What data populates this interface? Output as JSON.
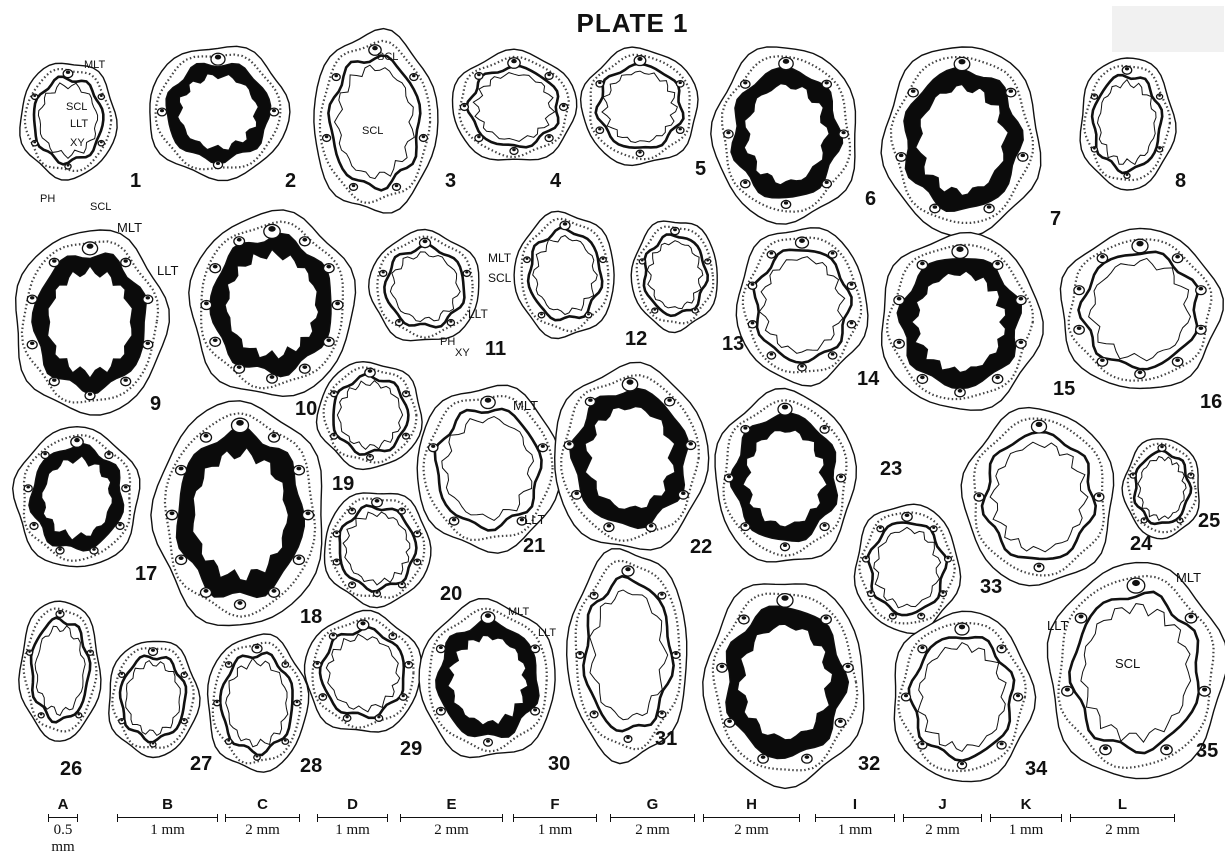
{
  "title": "PLATE 1",
  "figure_numbers": [
    "1",
    "2",
    "3",
    "4",
    "5",
    "6",
    "7",
    "8",
    "9",
    "10",
    "11",
    "12",
    "13",
    "14",
    "15",
    "16",
    "17",
    "18",
    "19",
    "20",
    "21",
    "22",
    "23",
    "24",
    "25",
    "26",
    "27",
    "28",
    "29",
    "30",
    "31",
    "32",
    "33",
    "34",
    "35"
  ],
  "labels": {
    "mlt": "MLT",
    "llt": "LLT",
    "scl": "SCL",
    "xy": "XY",
    "ph": "PH"
  },
  "scale_bars": [
    {
      "letter": "A",
      "value": "0.5 mm"
    },
    {
      "letter": "B",
      "value": "1 mm"
    },
    {
      "letter": "C",
      "value": "2 mm"
    },
    {
      "letter": "D",
      "value": "1 mm"
    },
    {
      "letter": "E",
      "value": "2 mm"
    },
    {
      "letter": "F",
      "value": "1 mm"
    },
    {
      "letter": "G",
      "value": "2 mm"
    },
    {
      "letter": "H",
      "value": "2 mm"
    },
    {
      "letter": "I",
      "value": "1 mm"
    },
    {
      "letter": "J",
      "value": "2 mm"
    },
    {
      "letter": "K",
      "value": "1 mm"
    },
    {
      "letter": "L",
      "value": "2 mm"
    }
  ]
}
